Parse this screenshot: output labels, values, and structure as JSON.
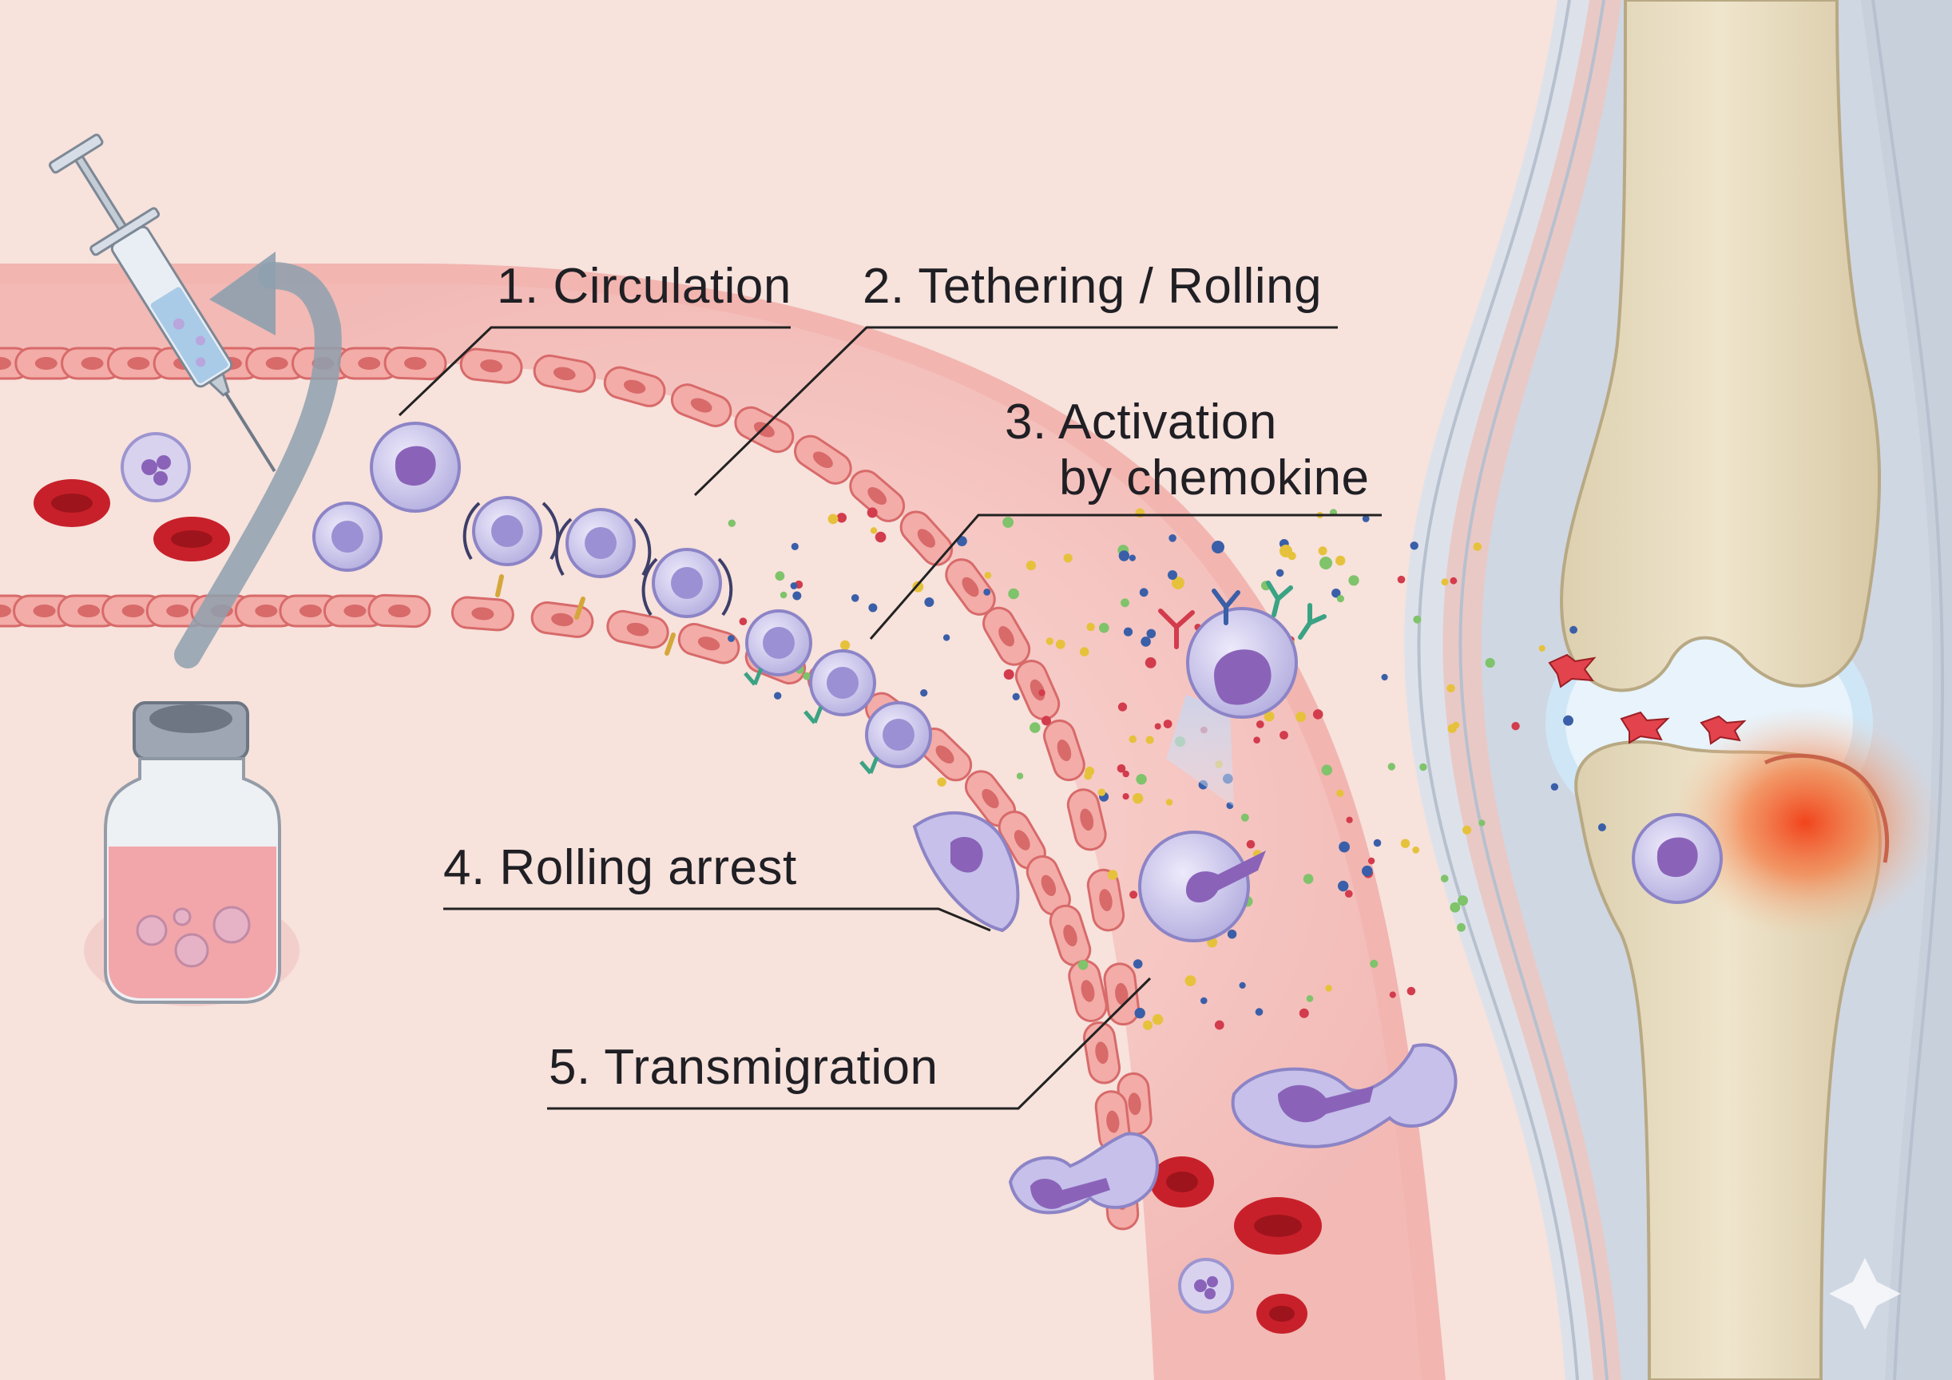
{
  "steps": [
    {
      "label": "1. Circulation"
    },
    {
      "label": "2. Tethering / Rolling"
    },
    {
      "label_line1": "3. Activation",
      "label_line2": "by chemokine"
    },
    {
      "label": "4. Rolling arrest"
    },
    {
      "label": "5. Transmigration"
    }
  ],
  "colors": {
    "background": "#f7e2dc",
    "vessel_wall": "#ee9a96",
    "vessel_lumen": "#f6c7c3",
    "endothelial_cell": "#f3aca8",
    "endothelial_nucleus": "#d86a6a",
    "red_blood_cell": "#c8202a",
    "leukocyte": "#c9c4ec",
    "leukocyte_nucleus": "#8a63b9",
    "bone": "#e8dcc0",
    "synovial_fluid": "#cfe6f6",
    "inflammation": "#f25a2a",
    "leader_line": "#222222"
  },
  "icons": [
    "syringe-icon",
    "vial-icon",
    "injection-arrow-icon",
    "knee-joint-icon"
  ]
}
